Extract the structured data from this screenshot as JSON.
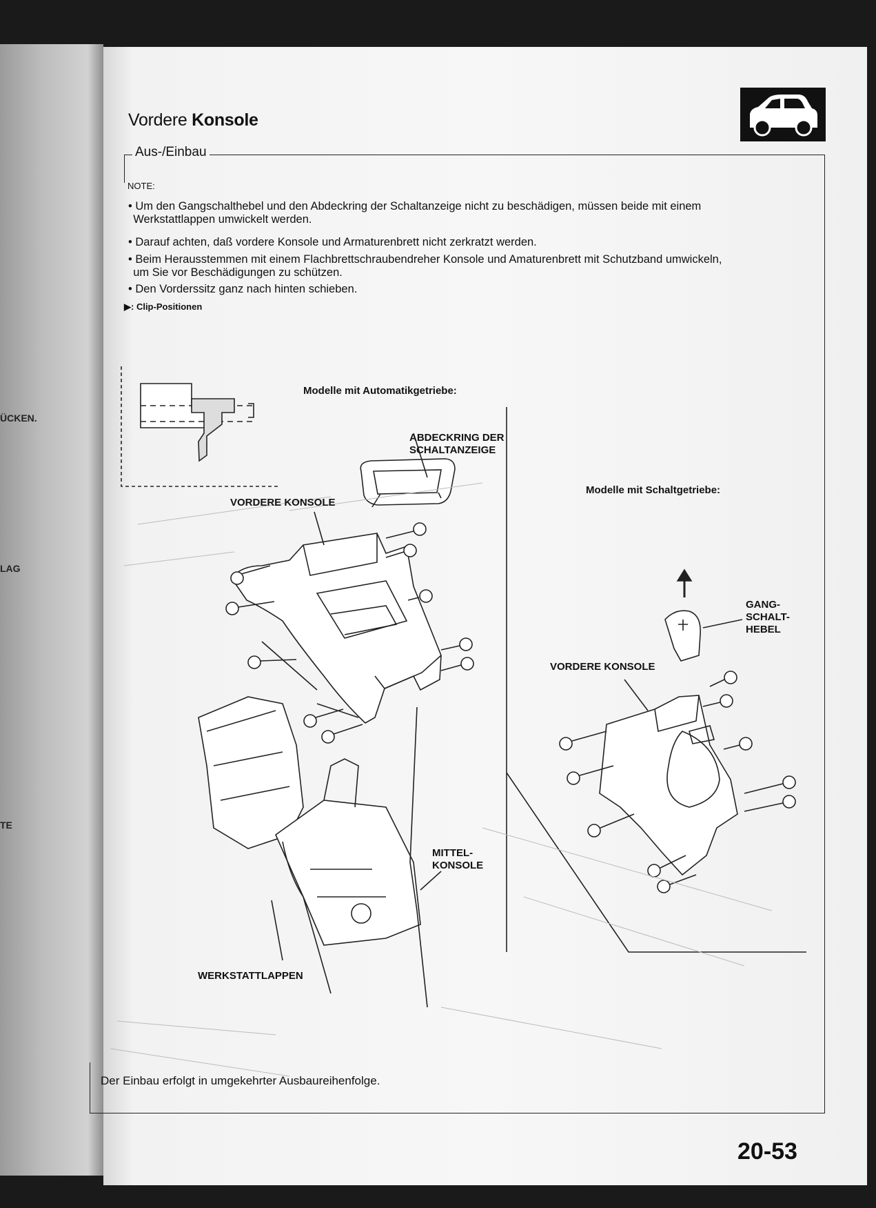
{
  "header": {
    "title_regular": "Vordere ",
    "title_bold": "Konsole",
    "subtitle": "Aus-/Einbau"
  },
  "icons": {
    "car": "car-silhouette-icon",
    "arrow": "triangle-arrow-icon"
  },
  "note": {
    "heading": "NOTE:",
    "bullets": [
      {
        "line1": "Um den Gangschalthebel und den Abdeckring der Schaltanzeige nicht zu beschädigen, müssen beide mit einem",
        "line2": "Werkstattlappen umwickelt werden."
      },
      {
        "line1": "Darauf achten, daß vordere Konsole und Armaturenbrett nicht zerkratzt werden.",
        "line2": ""
      },
      {
        "line1": "Beim Herausstemmen mit einem Flachbrettschraubendreher Konsole und Amaturenbrett mit Schutzband umwickeln,",
        "line2": "um Sie vor Beschädigungen zu schützen."
      },
      {
        "line1": "Den Vorderssitz ganz nach hinten schieben.",
        "line2": ""
      }
    ],
    "clip_label": ": Clip-Positionen"
  },
  "labels": {
    "auto_models": "Modelle mit Automatikgetriebe:",
    "manual_models": "Modelle mit Schaltgetriebe:",
    "ring_line1": "ABDECKRING DER",
    "ring_line2": "SCHALTANZEIGE",
    "front_console_auto": "VORDERE KONSOLE",
    "front_console_manual": "VORDERE KONSOLE",
    "gear_line1": "GANG-",
    "gear_line2": "SCHALT-",
    "gear_line3": "HEBEL",
    "center_line1": "MITTEL-",
    "center_line2": "KONSOLE",
    "cloth": "WERKSTATTLAPPEN"
  },
  "left_page_fragments": [
    "ÜCKEN.",
    "LAG",
    "TE"
  ],
  "footer": {
    "text": "Der Einbau erfolgt in umgekehrter Ausbaureihenfolge.",
    "page_number": "20-53"
  }
}
